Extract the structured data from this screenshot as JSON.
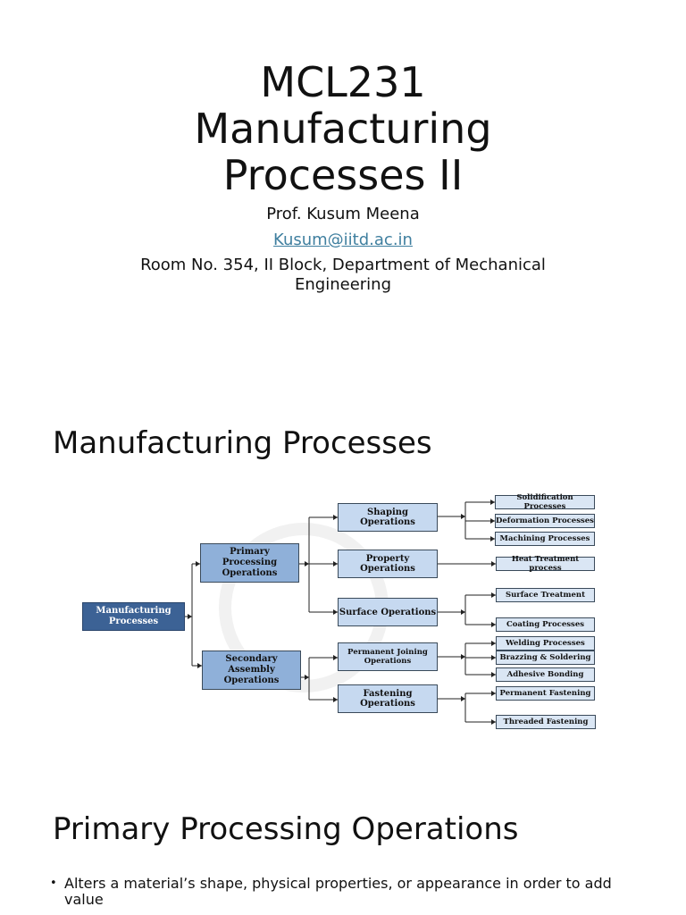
{
  "slide1": {
    "title_lines": [
      "MCL231",
      "Manufacturing",
      "Processes II"
    ],
    "author": "Prof. Kusum Meena",
    "email": "Kusum@iitd.ac.in",
    "room": "Room No. 354, II Block, Department of Mechanical Engineering"
  },
  "slide2": {
    "heading": "Manufacturing Processes",
    "diagram": {
      "root": "Manufacturing Processes",
      "primary": "Primary Processing Operations",
      "secondary": "Secondary Assembly Operations",
      "shaping": "Shaping Operations",
      "property": "Property Operations",
      "surface": "Surface Operations",
      "joining": "Permanent Joining Operations",
      "fastening": "Fastening Operations",
      "solidification": "Solidification Processes",
      "deformation": "Deformation Processes",
      "machining": "Machining Processes",
      "heat_treatment": "Heat Treatment process",
      "surface_treatment": "Surface Treatment",
      "coating": "Coating Processes",
      "welding": "Welding Processes",
      "brazing": "Brazzing & Soldering",
      "adhesive": "Adhesive Bonding",
      "permanent_fastening": "Permanent Fastening",
      "threaded_fastening": "Threaded Fastening"
    }
  },
  "slide3": {
    "heading": "Primary Processing Operations",
    "bullets": [
      "Alters a material’s shape, physical properties, or appearance in order to add value"
    ]
  },
  "colors": {
    "root_fill": "#3c6295",
    "mid_fill": "#8fb0d9",
    "level2_fill": "#c6d9f0",
    "leaf_fill": "#dae6f4",
    "link_color": "#3f7f9f"
  }
}
